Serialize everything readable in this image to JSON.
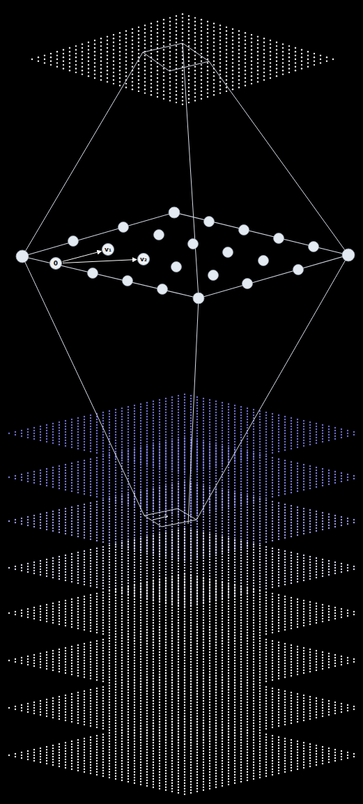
{
  "diagram": {
    "nodes": [
      {
        "text": [
          "0"
        ]
      },
      {
        "text": [
          "v₁"
        ]
      },
      {
        "text": [
          "v₂"
        ]
      }
    ],
    "edges": [
      {
        "from": 0,
        "to": 1,
        "arrow": "to"
      },
      {
        "from": 0,
        "to": 2,
        "arrow": "to"
      }
    ]
  }
}
